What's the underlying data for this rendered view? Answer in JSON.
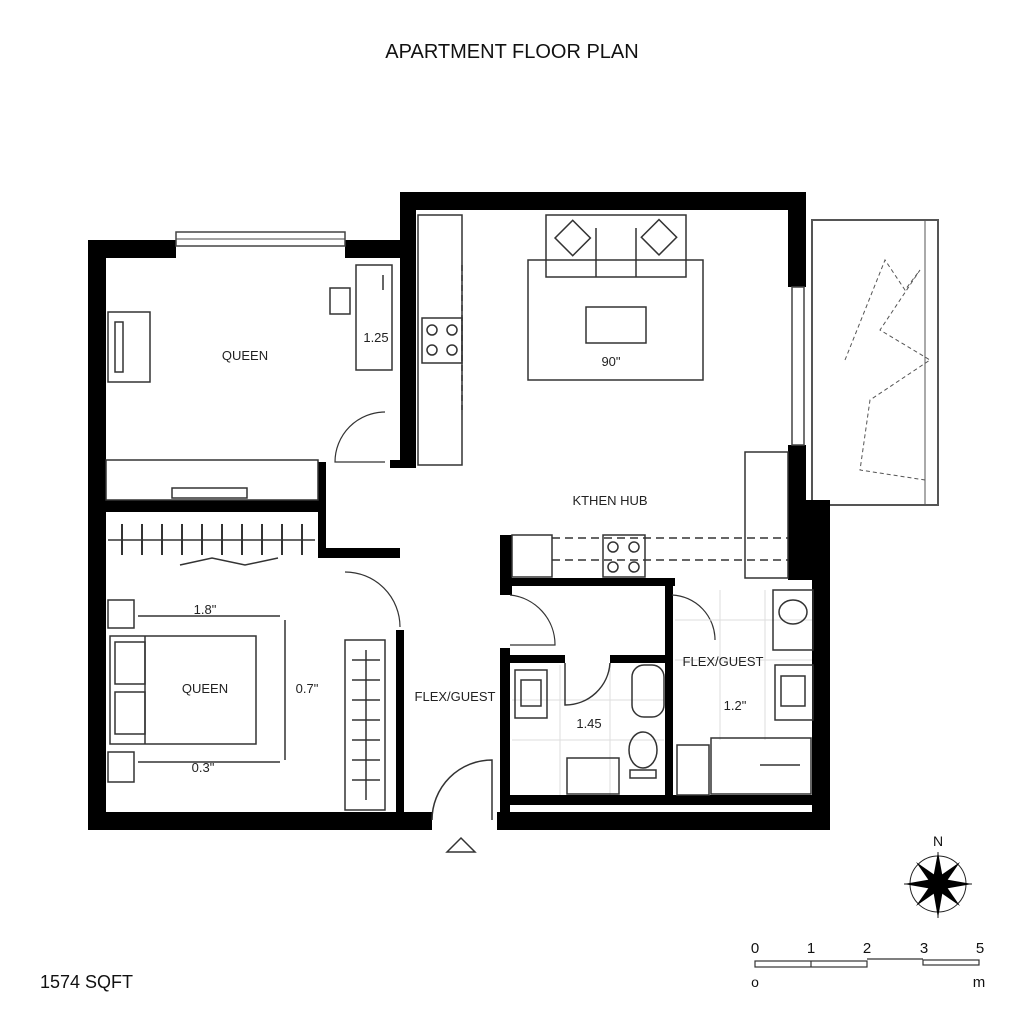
{
  "title": "APARTMENT FLOOR PLAN",
  "rooms": {
    "bedroom_top": "QUEEN",
    "bedroom_bottom": "QUEEN",
    "kitchen": "KTHEN HUB",
    "flex_left": "FLEX/GUEST",
    "flex_right": "FLEX/GUEST"
  },
  "dimensions": {
    "desk": "1.25",
    "living_rug": "90\"",
    "bed_width": "1.8\"",
    "bed_length": "0.7\"",
    "bed_bottom": "0.3\"",
    "bath_left": "1.45",
    "bath_right": "1.2\""
  },
  "area": "1574 SQFT",
  "compass": {
    "north_label": "N"
  },
  "scale_bar": {
    "ticks": [
      "0",
      "1",
      "2",
      "3",
      "5"
    ],
    "start_label": "o",
    "unit": "m"
  },
  "colors": {
    "wall": "#000000",
    "line": "#333333",
    "accent": "#1a6fc4"
  }
}
